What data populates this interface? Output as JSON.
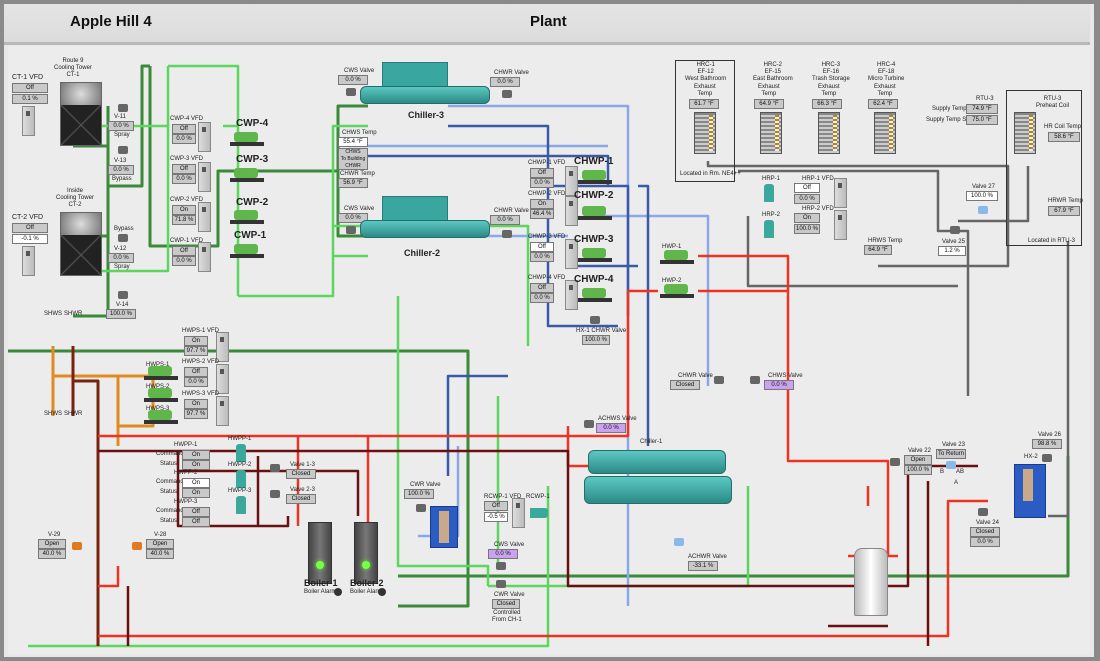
{
  "header": {
    "site": "Apple Hill 4",
    "page": "Plant"
  },
  "colors": {
    "condenser_water": "#5cd65c",
    "condenser_dark": "#3a8a3a",
    "chilled_water_light": "#8aa8e8",
    "chilled_water_dark": "#3a5aa8",
    "hot_water_supply": "#ee3322",
    "hot_water_return": "#6a1010",
    "heat_recovery": "#777777",
    "domestic_hw": "#e08a20",
    "highlight_box": "#c9a2f0"
  },
  "cooling_towers": [
    {
      "title": "Route 9\nCooling Tower\nCT-1",
      "vfd_label": "CT-1 VFD",
      "vfd_status": "Off",
      "vfd_speed": "0.1 %",
      "valves": [
        {
          "name": "V-11",
          "value": "0.0 %",
          "role": "Spray"
        },
        {
          "name": "V-13",
          "value": "0.0 %",
          "role": "Bypass"
        }
      ]
    },
    {
      "title": "Inside\nCooling Tower\nCT-2",
      "vfd_label": "CT-2 VFD",
      "vfd_status": "Off",
      "vfd_speed": "-0.1 %",
      "valves": [
        {
          "name": "V-12",
          "value": "0.0 %",
          "role": "Spray",
          "top_label": "Bypass"
        },
        {
          "name": "V-14",
          "value": "100.0 %",
          "role": ""
        }
      ]
    }
  ],
  "cwp": [
    {
      "name": "CWP-4",
      "vfd_label": "CWP-4 VFD",
      "status": "Off",
      "speed": "0.0 %"
    },
    {
      "name": "CWP-3",
      "vfd_label": "CWP-3 VFD",
      "status": "Off",
      "speed": "0.0 %"
    },
    {
      "name": "CWP-2",
      "vfd_label": "CWP-2 VFD",
      "status": "On",
      "speed": "71.8 %"
    },
    {
      "name": "CWP-1",
      "vfd_label": "CWP-1 VFD",
      "status": "Off",
      "speed": "0.0 %"
    }
  ],
  "chillers": {
    "chiller3": {
      "name": "Chiller-3",
      "cws_label": "CWS Valve",
      "cws_value": "0.0 %",
      "chwr_label": "CHWR Valve",
      "chwr_value": "0.0 %"
    },
    "chiller2": {
      "name": "Chiller-2",
      "cws_label": "CWS Valve",
      "cws_value": "0.0 %",
      "chwr_label": "CHWR Valve",
      "chwr_value": "0.0 %"
    },
    "chws_temp_label": "CHWS Temp",
    "chws_temp": "55.4 °F",
    "bypass_label": "CHWS\nTo Building\nCHWR",
    "chwr_temp_label": "CHWR Temp",
    "chwr_temp": "56.9 °F"
  },
  "chwp": [
    {
      "name": "CHWP-1",
      "vfd_label": "CHWP-1 VFD",
      "status": "Off",
      "speed": "0.0 %"
    },
    {
      "name": "CHWP-2",
      "vfd_label": "CHWP-2 VFD",
      "status": "On",
      "speed": "46.4 %"
    },
    {
      "name": "CHWP-3",
      "vfd_label": "CHWP-3 VFD",
      "status": "Off",
      "speed": "0.0 %"
    },
    {
      "name": "CHWP-4",
      "vfd_label": "CHWP-4 VFD",
      "status": "Off",
      "speed": "0.0 %"
    }
  ],
  "hx1_chwr": {
    "label": "HX-1 CHWR Valve",
    "value": "100.0 %"
  },
  "hrc": [
    {
      "title": "HRC-1\nEF-12\nWest Bathroom",
      "temp_label": "Exhaust\nTemp",
      "temp": "61.7 °F",
      "location": "Located in Rm. NE4++"
    },
    {
      "title": "HRC-2\nEF-15\nEast Bathroom",
      "temp_label": "Exhaust\nTemp",
      "temp": "64.9 °F"
    },
    {
      "title": "HRC-3\nEF-16\nTrash Storage",
      "temp_label": "Exhaust\nTemp",
      "temp": "66.3 °F"
    },
    {
      "title": "HRC-4\nEF-18\nMicro Turbine",
      "temp_label": "Exhaust\nTemp",
      "temp": "62.4 °F"
    }
  ],
  "hrp": [
    {
      "name": "HRP-1",
      "vfd_label": "HRP-1 VFD",
      "status": "Off",
      "speed": "0.0 %"
    },
    {
      "name": "HRP-2",
      "vfd_label": "HRP-2 VFD",
      "status": "On",
      "speed": "100.0 %"
    }
  ],
  "hrws_temp": {
    "label": "HRWS Temp",
    "value": "64.9 °F"
  },
  "rtu": {
    "title": "RTU-3",
    "supply_temp_label": "Supply Temp",
    "supply_temp": "74.9 °F",
    "supply_sp_label": "Supply Temp SP",
    "supply_sp": "75.0 °F",
    "coil_title": "RTU-3\nPreheat Coil",
    "hr_coil_label": "HR Coil Temp",
    "hr_coil": "58.6 °F",
    "hrwr_label": "HRWR Temp",
    "hrwr": "67.9 °F",
    "location": "Located in RTU-3"
  },
  "valve27": {
    "label": "Valve 27",
    "value": "100.0 %"
  },
  "valve25": {
    "label": "Valve 25",
    "value": "1.2 %"
  },
  "shw": {
    "shws": "SHWS",
    "shwr": "SHWR"
  },
  "hwps": [
    {
      "name": "HWPS-1",
      "vfd_label": "HWPS-1 VFD",
      "status": "On",
      "speed": "97.7 %"
    },
    {
      "name": "HWPS-2",
      "vfd_label": "HWPS-2 VFD",
      "status": "Off",
      "speed": "0.0 %"
    },
    {
      "name": "HWPS-3",
      "vfd_label": "HWPS-3 VFD",
      "status": "On",
      "speed": "97.7 %"
    }
  ],
  "hwpp": [
    {
      "name": "HWPP-1",
      "command": "On",
      "status": "On"
    },
    {
      "name": "HWPP-2",
      "command": "On",
      "status": "On"
    },
    {
      "name": "HWPP-3",
      "command": "Off",
      "status": "Off"
    }
  ],
  "hwpp_labels": {
    "command": "Command",
    "status": "Status"
  },
  "valve13": {
    "label": "Valve 1-3",
    "value": "Closed"
  },
  "valve23b": {
    "label": "Valve 2-3",
    "value": "Closed"
  },
  "boilers": [
    {
      "name": "Boiler-1",
      "alarm": "Boiler Alarm"
    },
    {
      "name": "Boiler-2",
      "alarm": "Boiler Alarm"
    }
  ],
  "v29": {
    "label": "V-29",
    "status": "Open",
    "value": "40.0 %"
  },
  "v28": {
    "label": "V-28",
    "status": "Open",
    "value": "40.0 %"
  },
  "hwp": [
    {
      "name": "HWP-1"
    },
    {
      "name": "HWP-2"
    }
  ],
  "chwr_valve_closed": {
    "label": "CHWR Valve",
    "value": "Closed"
  },
  "chws_valve_pct": {
    "label": "CHWS Valve",
    "value": "0.0 %"
  },
  "achws": {
    "label": "ACHWS Valve",
    "value": "0.0 %"
  },
  "achwr": {
    "label": "ACHWR Valve",
    "value": "-33.1 %"
  },
  "chiller1": {
    "name": "Chiller-1"
  },
  "cwr_valve_hx": {
    "label": "CWR Valve",
    "value": "100.0 %"
  },
  "rcwp": {
    "name": "RCWP-1",
    "vfd_label": "RCWP-1 VFD",
    "status": "Off",
    "speed": "-0.5 %"
  },
  "cws_valve_bottom": {
    "label": "CWS Valve",
    "value": "0.0 %"
  },
  "cwr_valve_bottom": {
    "label": "CWR Valve",
    "value": "Closed",
    "note": "Controlled\nFrom CH-1"
  },
  "valve22": {
    "label": "Valve 22",
    "status": "Open",
    "value": "100.0 %"
  },
  "valve23": {
    "label": "Valve 23",
    "value": "To Return",
    "ports": {
      "b": "B",
      "ab": "AB",
      "a": "A"
    }
  },
  "valve24": {
    "label": "Valve 24",
    "status": "Closed",
    "value": "0.0 %"
  },
  "valve26": {
    "label": "Valve 26",
    "value": "98.8 %"
  },
  "hx2": {
    "name": "HX-2"
  }
}
